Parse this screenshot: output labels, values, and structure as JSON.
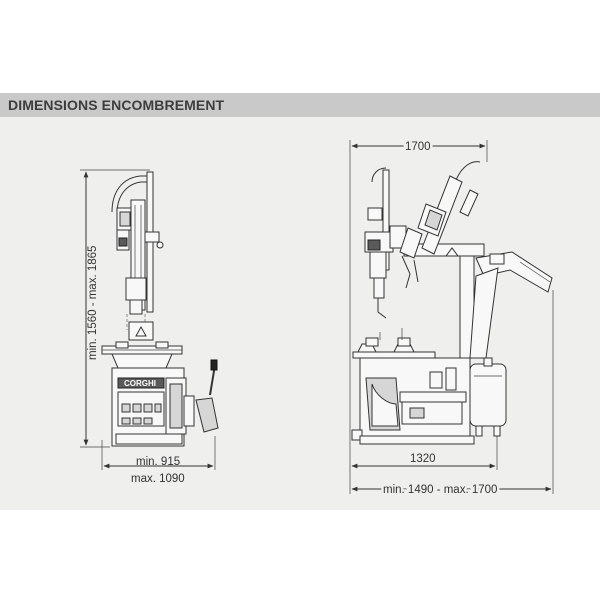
{
  "header": {
    "title": "DIMENSIONS ENCOMBREMENT"
  },
  "left_view": {
    "height_label": "min. 1560 - max. 1865",
    "width_label_1": "min. 915",
    "width_label_2": "max. 1090",
    "brand": "CORGHI"
  },
  "right_view": {
    "top_width_label": "1700",
    "base_width_label": "1320",
    "overall_width_label": "min. 1490 - max. 1700"
  }
}
